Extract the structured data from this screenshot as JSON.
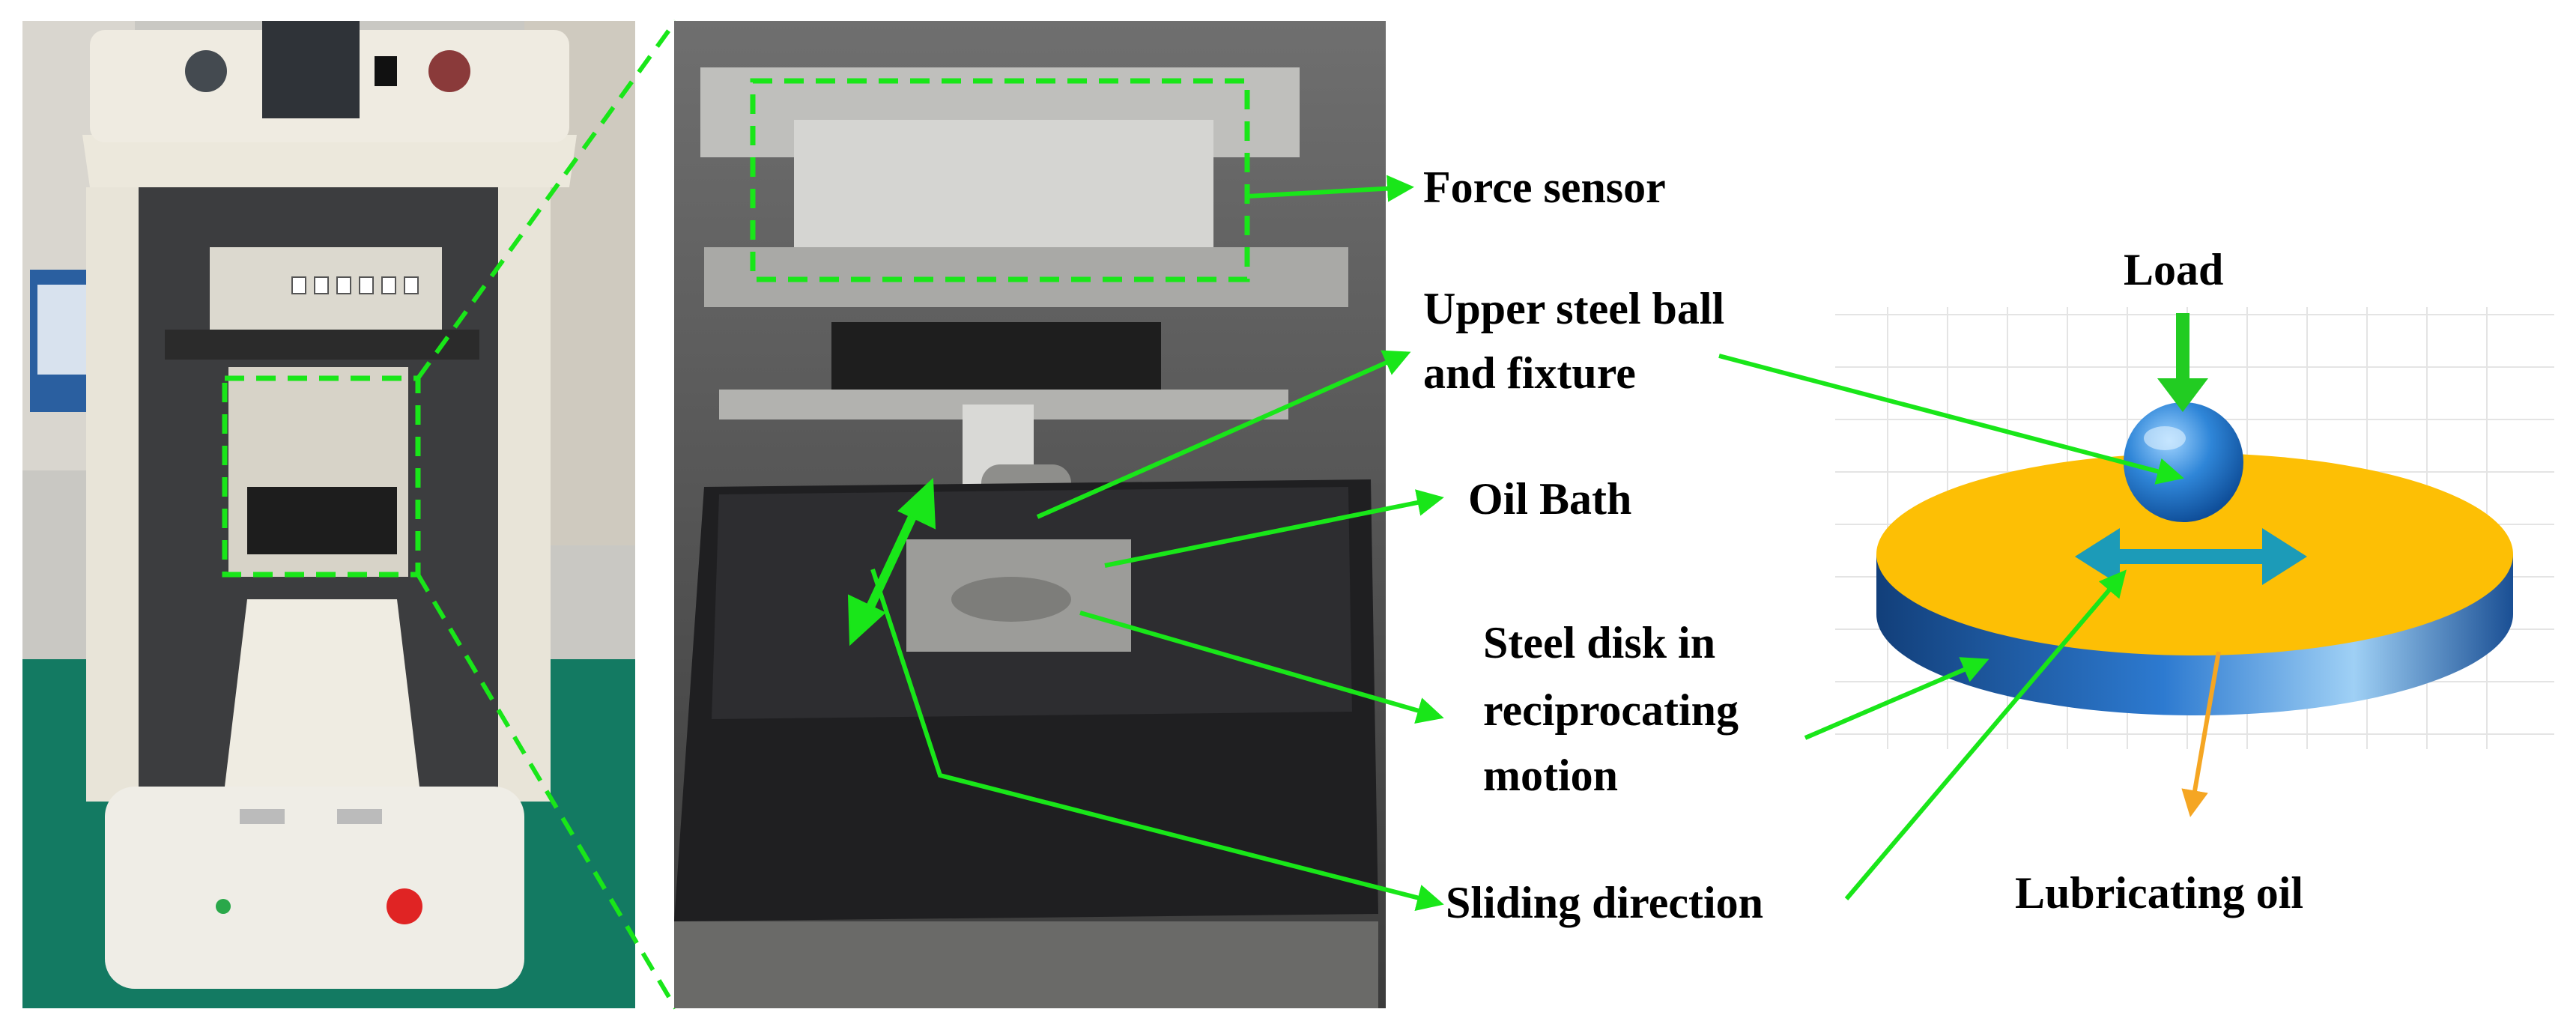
{
  "labels": {
    "force_sensor": "Force sensor",
    "upper_ball_line1": "Upper steel ball",
    "upper_ball_line2": "and fixture",
    "oil_bath": "Oil Bath",
    "steel_disk_line1": "Steel disk in",
    "steel_disk_line2": "reciprocating",
    "steel_disk_line3": "motion",
    "sliding_direction": "Sliding direction",
    "load": "Load",
    "lubricating_oil": "Lubricating oil"
  },
  "colors": {
    "annotation_green": "#19e619",
    "disk_top": "#fdbf05",
    "disk_side": "#1f5ea8",
    "ball": "#2b7fd0",
    "motion_arrow": "#1c9bb8",
    "oil_arrow": "#f5a623",
    "load_arrow": "#22cc22"
  },
  "icons": {
    "tester_photo": "tribometer-photo",
    "closeup_photo": "test-chamber-closeup-photo",
    "schematic": "ball-on-disk-schematic"
  }
}
